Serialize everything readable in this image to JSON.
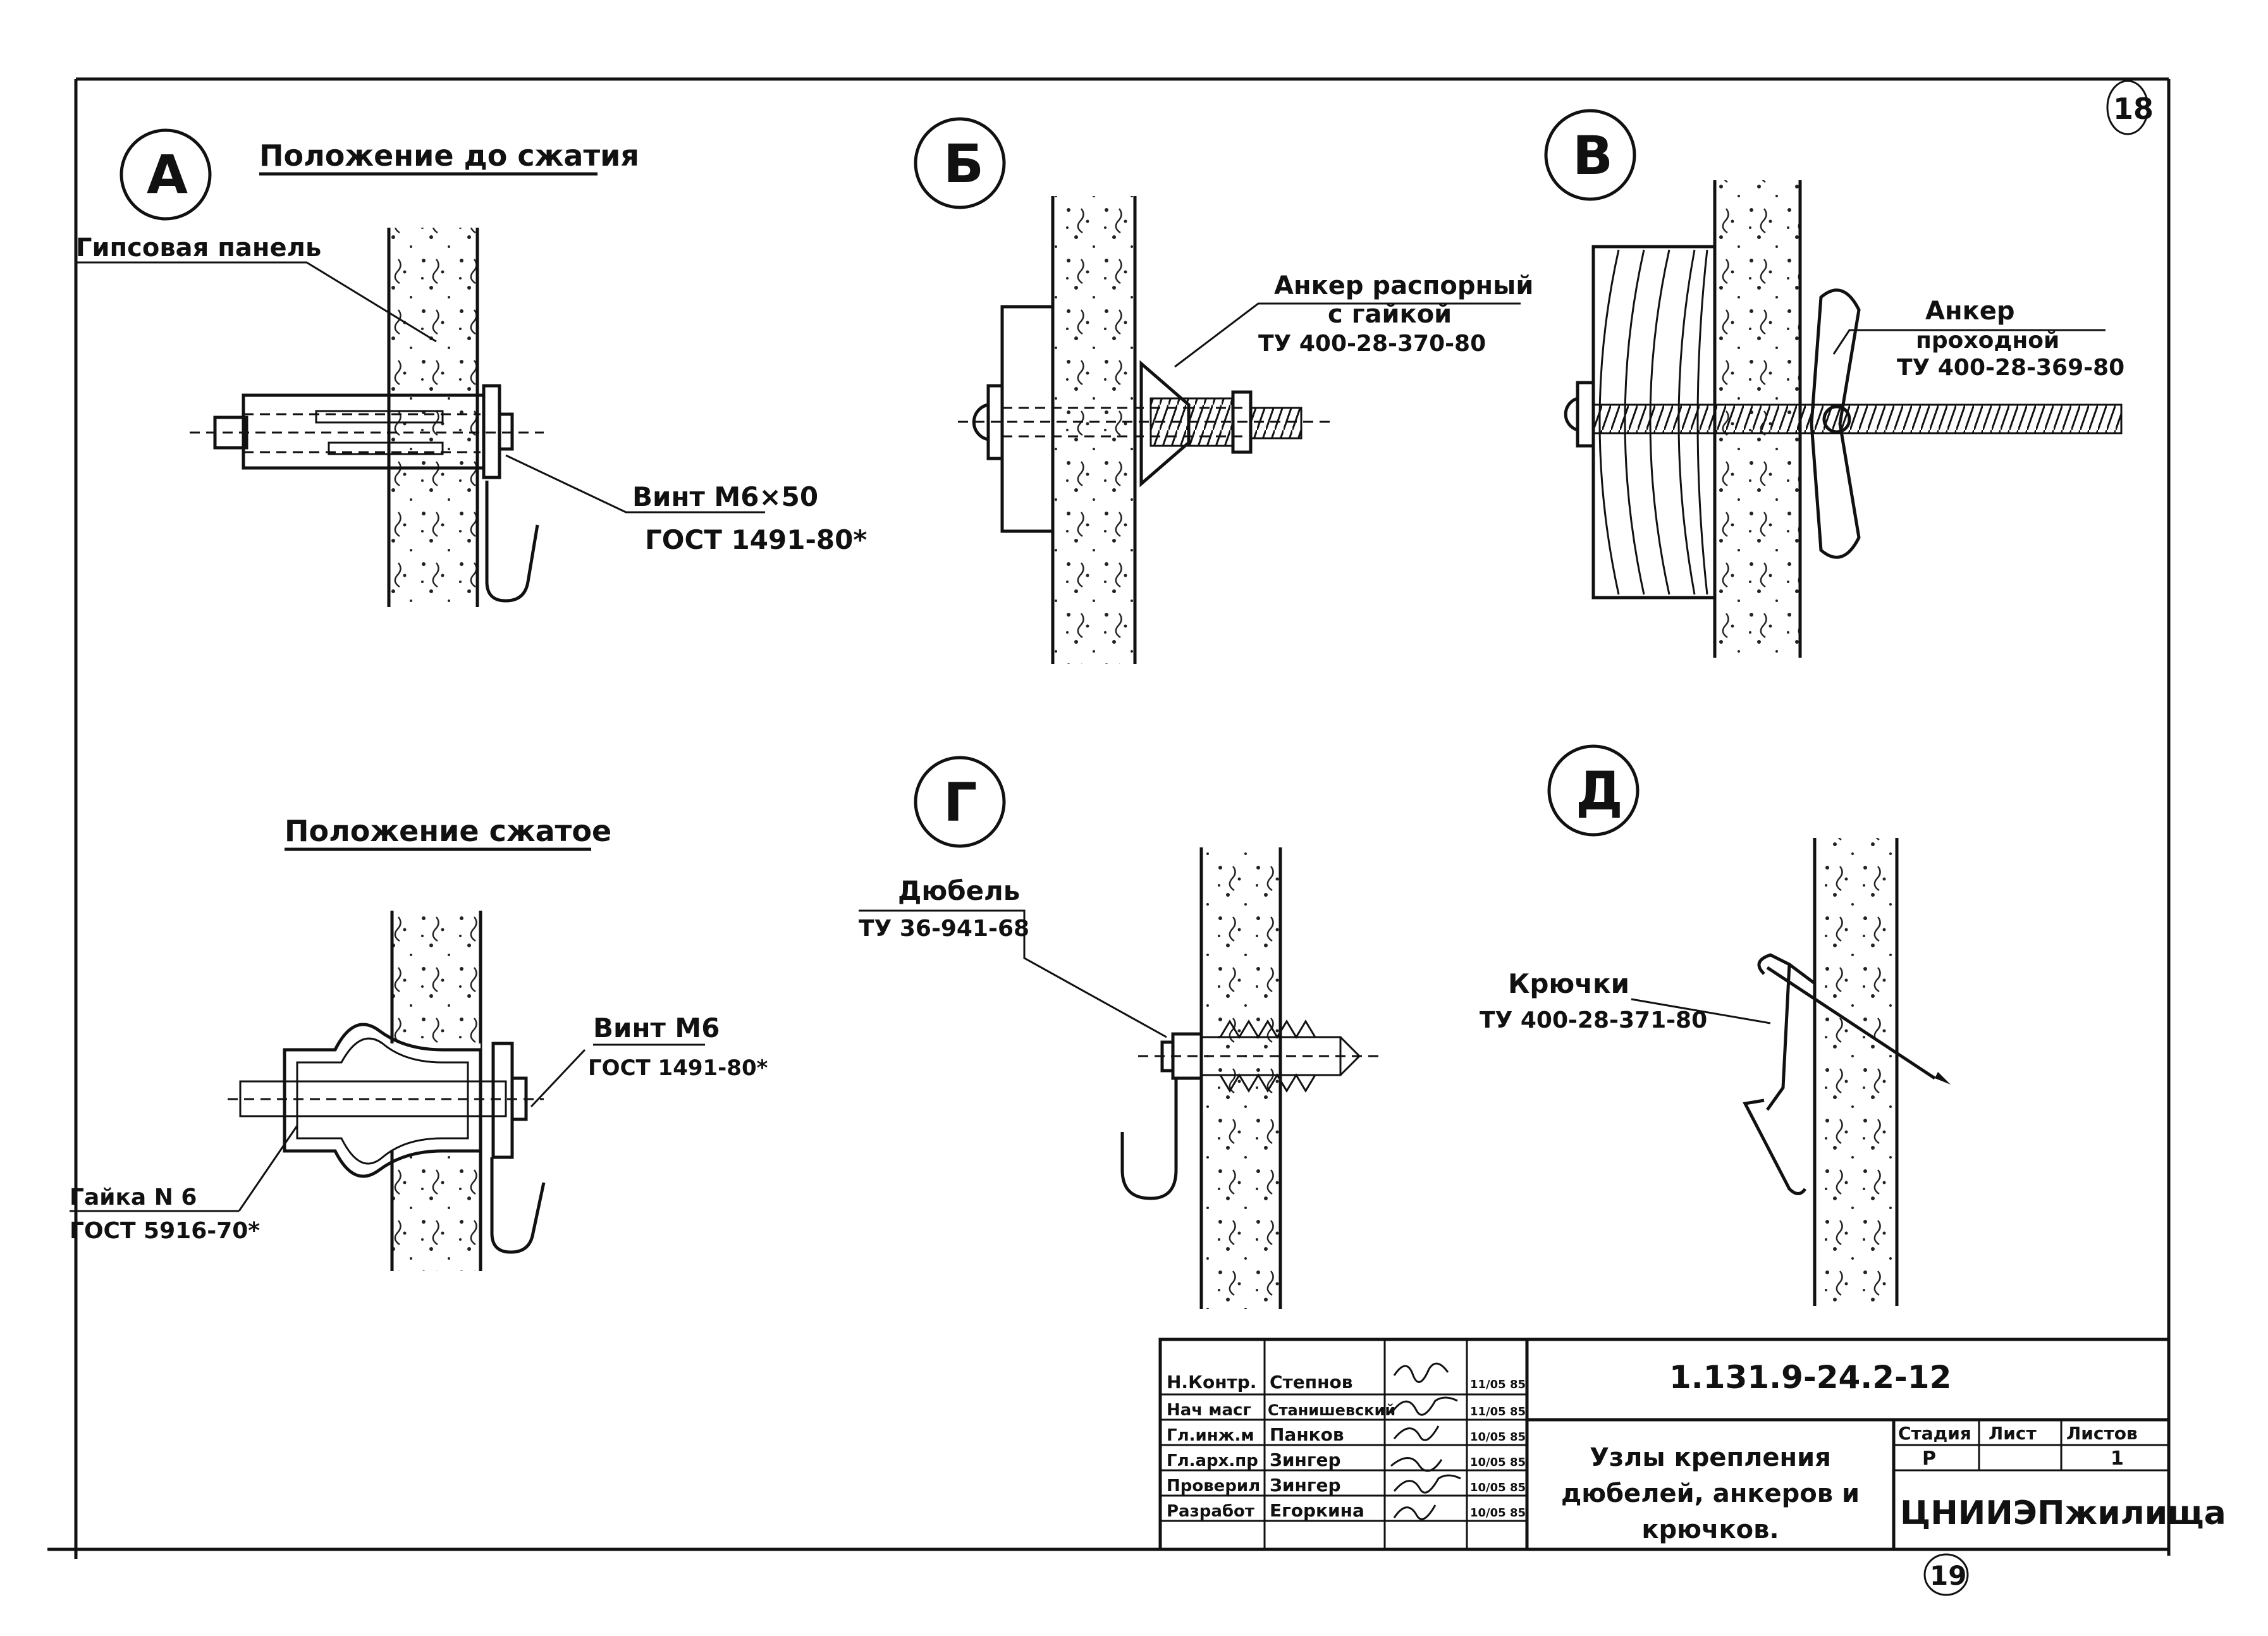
{
  "sheet": {
    "sheet_number_top": "18",
    "sheet_number_bottom": "19"
  },
  "details": {
    "A": {
      "marker": "А",
      "title_before": "Положение до сжатия",
      "title_after": "Положение сжатое",
      "label_panel": "Гипсовая панель",
      "label_screw_1": "Винт М6×50",
      "label_screw_2": "ГОСТ 1491-80*",
      "label_screw_m6_1": "Винт М6",
      "label_screw_m6_2": "ГОСТ 1491-80*",
      "label_nut_1": "Гайка N 6",
      "label_nut_2": "ГОСТ 5916-70*"
    },
    "B": {
      "marker": "Б",
      "label_1": "Анкер распорный",
      "label_2": "с гайкой",
      "label_3": "ТУ 400-28-370-80"
    },
    "V": {
      "marker": "В",
      "label_1": "Анкер",
      "label_2": "проходной",
      "label_3": "ТУ 400-28-369-80"
    },
    "G": {
      "marker": "Г",
      "label_1": "Дюбель",
      "label_2": "ТУ 36-941-68"
    },
    "D": {
      "marker": "Д",
      "label_1": "Крючки",
      "label_2": "ТУ 400-28-371-80"
    }
  },
  "title_block": {
    "doc_code": "1.131.9-24.2-12",
    "title_line_1": "Узлы крепления",
    "title_line_2": "дюбелей, анкеров и",
    "title_line_3": "крючков.",
    "stage_header": "Стадия",
    "sheet_header": "Лист",
    "sheets_header": "Листов",
    "stage_value": "Р",
    "sheet_value": "",
    "sheets_value": "1",
    "organization": "ЦНИИЭПжилища",
    "rows": [
      {
        "role": "Н.Контр.",
        "name": "Степнов",
        "date": "11/05 85"
      },
      {
        "role": "Нач масг",
        "name": "Станишевский",
        "date": "11/05 85"
      },
      {
        "role": "Гл.инж.м",
        "name": "Панков",
        "date": "10/05 85"
      },
      {
        "role": "Гл.арх.пр",
        "name": "Зингер",
        "date": "10/05 85"
      },
      {
        "role": "Проверил",
        "name": "Зингер",
        "date": "10/05 85"
      },
      {
        "role": "Разработ",
        "name": "Егоркина",
        "date": "10/05 85"
      }
    ]
  }
}
